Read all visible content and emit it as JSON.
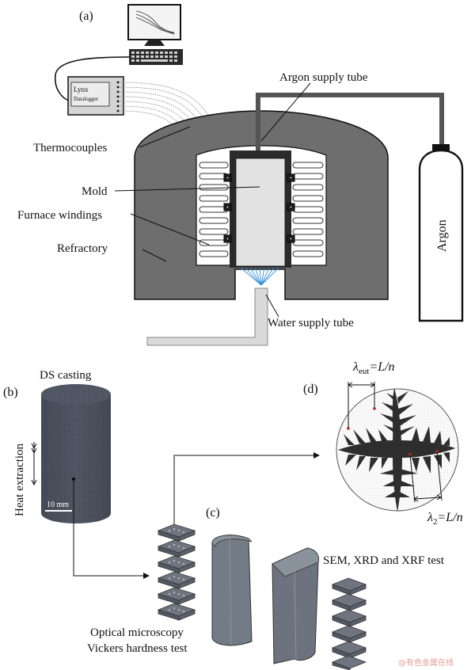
{
  "panel_a": {
    "tag": "(a)",
    "labels": {
      "argon_supply_tube": "Argon supply tube",
      "thermocouples": "Thermocouples",
      "mold": "Mold",
      "furnace_windings": "Furnace windings",
      "refractory": "Refractory",
      "water_supply_tube": "Water supply tube",
      "argon": "Argon"
    },
    "datalogger": {
      "brand": "Lynx",
      "model": "Datalogger"
    }
  },
  "panel_b": {
    "tag": "(b)",
    "title": "DS casting",
    "arrow_label": "Heat extraction",
    "scale_bar": "10 mm"
  },
  "panel_c": {
    "tag": "(c)",
    "left_caption_line1": "Optical microscopy",
    "left_caption_line2": "Vickers hardness test",
    "right_caption": "SEM, XRD and XRF test"
  },
  "panel_d": {
    "tag": "(d)",
    "lambda_eut_symbol": "λ",
    "lambda_eut_sub": "eut",
    "lambda_eut_rhs": "=L/n",
    "lambda2_symbol": "λ",
    "lambda2_sub": "2",
    "lambda2_rhs": "=L/n"
  },
  "watermark": "@有色金属在线",
  "colors": {
    "refractory": "#6e6e6e",
    "mold": "#e2e2e2",
    "mold_wall": "#2b2b2b",
    "water": "#2f8fdc",
    "casting": "#4a4f5c",
    "slice": "#6e7580",
    "dendrite": "#2e2e2e"
  }
}
